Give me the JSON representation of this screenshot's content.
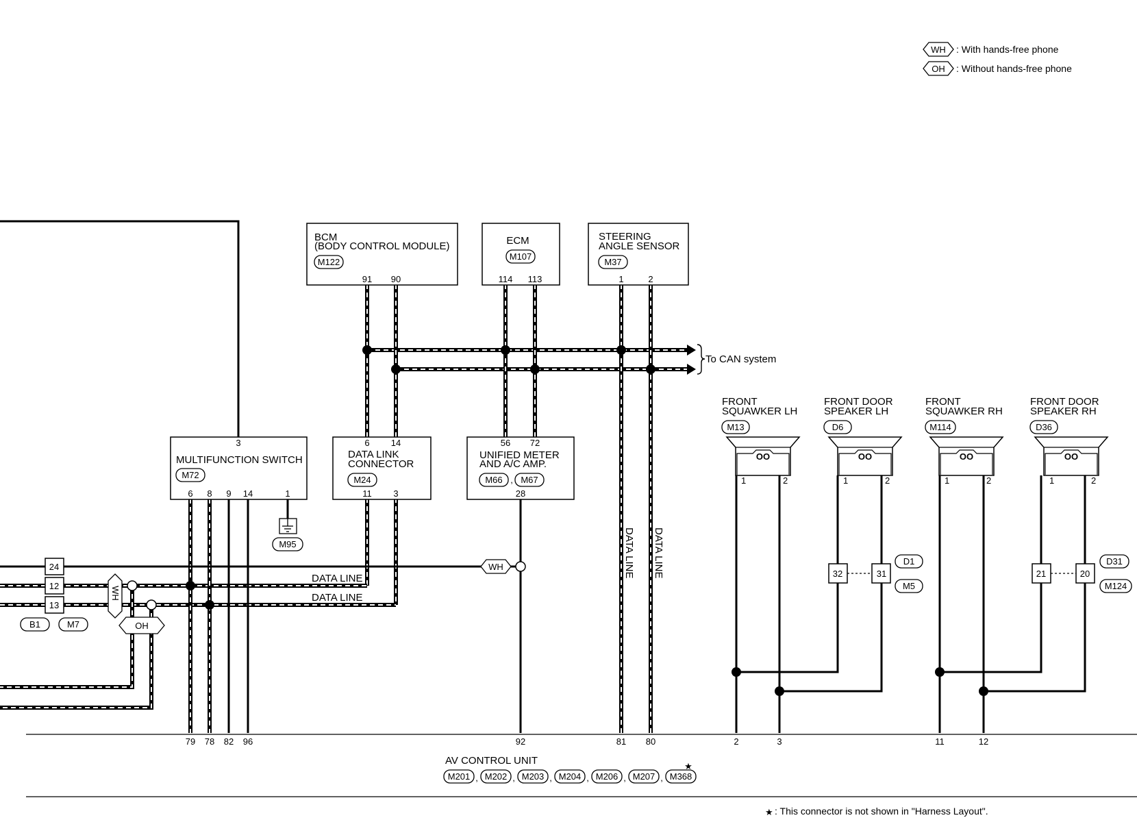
{
  "legend": {
    "wh_code": "WH",
    "wh_text": ": With hands-free phone",
    "oh_code": "OH",
    "oh_text": ": Without hands-free phone"
  },
  "can_label": "To CAN system",
  "data_line": "DATA LINE",
  "bcm": {
    "line1": "BCM",
    "line2": "(BODY CONTROL MODULE)",
    "conn": "M122",
    "pins": [
      "91",
      "90"
    ]
  },
  "ecm": {
    "line1": "ECM",
    "conn": "M107",
    "pins": [
      "114",
      "113"
    ]
  },
  "steering": {
    "line1": "STEERING",
    "line2": "ANGLE SENSOR",
    "conn": "M37",
    "pins": [
      "1",
      "2"
    ]
  },
  "multifunction": {
    "line1": "MULTIFUNCTION SWITCH",
    "conn": "M72",
    "top_pin": "3",
    "pins": [
      "6",
      "8",
      "9",
      "14",
      "1"
    ]
  },
  "ground_conn": "M95",
  "dlc": {
    "line1": "DATA LINK",
    "line2": "CONNECTOR",
    "conn": "M24",
    "top_pins": [
      "6",
      "14"
    ],
    "pins": [
      "11",
      "3"
    ]
  },
  "meter": {
    "line1": "UNIFIED METER",
    "line2": "AND A/C AMP.",
    "conn1": "M66",
    "conn2": "M67",
    "top_pins": [
      "56",
      "72"
    ],
    "pin": "28"
  },
  "speakers": [
    {
      "line1": "FRONT",
      "line2": "SQUAWKER LH",
      "conn": "M13",
      "pins": [
        "1",
        "2"
      ]
    },
    {
      "line1": "FRONT DOOR",
      "line2": "SPEAKER LH",
      "conn": "D6",
      "pins": [
        "1",
        "2"
      ]
    },
    {
      "line1": "FRONT",
      "line2": "SQUAWKER RH",
      "conn": "M114",
      "pins": [
        "1",
        "2"
      ]
    },
    {
      "line1": "FRONT DOOR",
      "line2": "SPEAKER RH",
      "conn": "D36",
      "pins": [
        "1",
        "2"
      ]
    }
  ],
  "joint_lh": {
    "pins": [
      "32",
      "31"
    ],
    "conns": [
      "D1",
      "M5"
    ]
  },
  "joint_rh": {
    "pins": [
      "21",
      "20"
    ],
    "conns": [
      "D31",
      "M124"
    ]
  },
  "left_connector": {
    "pins": [
      "24",
      "12",
      "13"
    ],
    "conns": [
      "B1",
      "M7"
    ]
  },
  "av": {
    "title": "AV CONTROL UNIT",
    "conns": [
      "M201",
      "M202",
      "M203",
      "M204",
      "M206",
      "M207",
      "M368"
    ],
    "star": "★",
    "pins": [
      "79",
      "78",
      "82",
      "96",
      "92",
      "81",
      "80",
      "2",
      "3",
      "11",
      "12"
    ]
  },
  "footnote": {
    "star": "★",
    "text": ": This connector is not shown in \"Harness Layout\"."
  }
}
